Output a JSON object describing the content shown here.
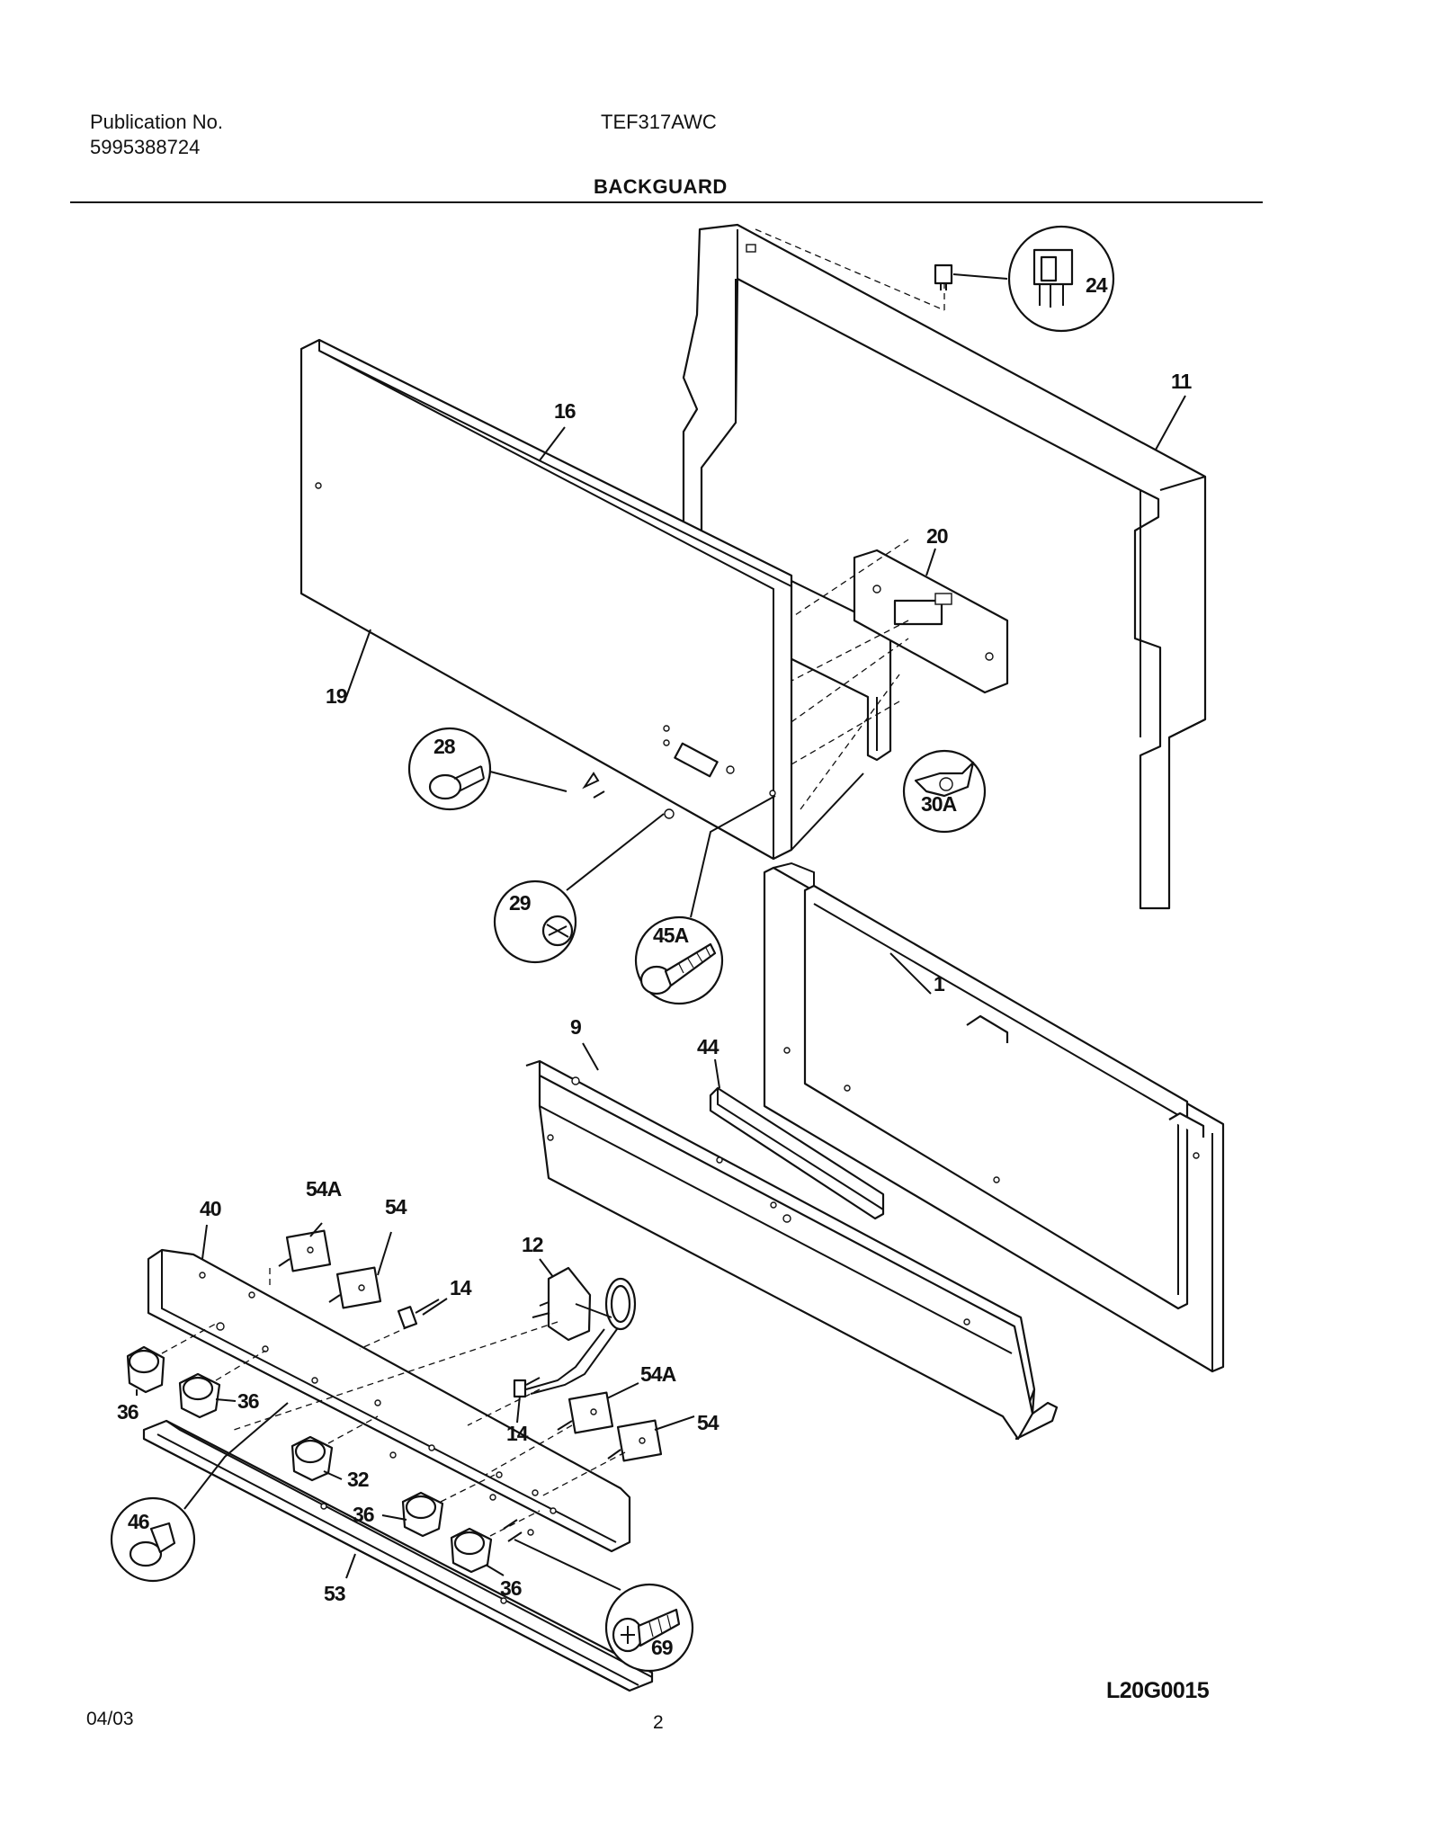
{
  "header": {
    "publication_label": "Publication No.",
    "publication_number": "5995388724",
    "model": "TEF317AWC",
    "section_title": "BACKGUARD"
  },
  "footer": {
    "date": "04/03",
    "page": "2",
    "drawing_code": "L20G0015"
  },
  "callouts": {
    "c1": "1",
    "c9": "9",
    "c11": "11",
    "c12": "12",
    "c14a": "14",
    "c14b": "14",
    "c16": "16",
    "c19": "19",
    "c20": "20",
    "c24": "24",
    "c28": "28",
    "c29": "29",
    "c30a": "30A",
    "c32": "32",
    "c36a": "36",
    "c36b": "36",
    "c36c": "36",
    "c36d": "36",
    "c40": "40",
    "c44": "44",
    "c45a": "45A",
    "c46": "46",
    "c53": "53",
    "c54a": "54",
    "c54b": "54",
    "c54aa": "54A",
    "c54ab": "54A",
    "c69": "69"
  }
}
